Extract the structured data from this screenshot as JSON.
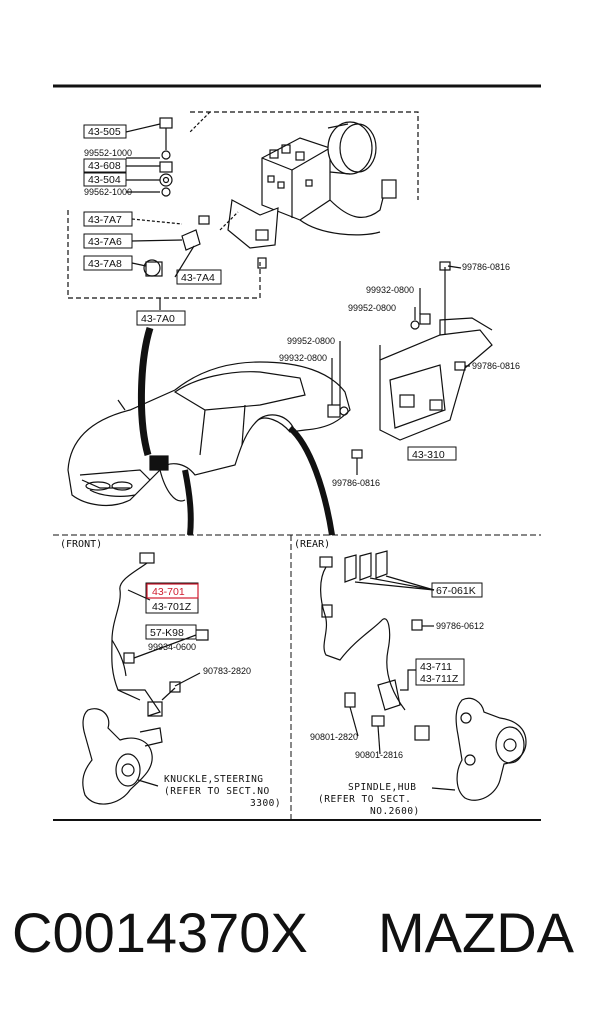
{
  "labels": {
    "abs_unit": {
      "l43_505": "43-505",
      "l99552_1000_a": "99552-1000",
      "l43_608": "43-608",
      "l43_504": "43-504",
      "l99562_1000": "99562-1000",
      "l43_7a7": "43-7A7",
      "l43_7a6": "43-7A6",
      "l43_7a8": "43-7A8",
      "l43_7a4": "43-7A4",
      "l43_7a0": "43-7A0"
    },
    "bracket": {
      "l99786_0816_a": "99786-0816",
      "l99932_0800_a": "99932-0800",
      "l99952_0800_a": "99952-0800",
      "l99952_0800_b": "99952-0800",
      "l99932_0800_b": "99932-0800",
      "l99786_0816_b": "99786-0816",
      "l43_310": "43-310",
      "l99786_0816_c": "99786-0816"
    },
    "front": {
      "section": "(FRONT)",
      "l43_701": "43-701",
      "l43_701z": "43-701Z",
      "l57_k98": "57-K98",
      "l99934_0600": "99934-0600",
      "l90783_2820": "90783-2820",
      "note_line1": "KNUCKLE,STEERING",
      "note_line2": "(REFER TO SECT.NO",
      "note_line3": "3300)"
    },
    "rear": {
      "section": "(REAR)",
      "l67_061k": "67-061K",
      "l99786_0612": "99786-0612",
      "l43_711": "43-711",
      "l43_711z": "43-711Z",
      "l90801_2820": "90801-2820",
      "l90801_2816": "90801-2816",
      "note_line1": "SPINDLE,HUB",
      "note_line2": "(REFER TO SECT.",
      "note_line3": "NO.2600)"
    }
  },
  "caption": {
    "part_code": "C0014370X",
    "brand": "MAZDA"
  },
  "colors": {
    "line": "#111111",
    "highlight": "#d01c2e"
  }
}
